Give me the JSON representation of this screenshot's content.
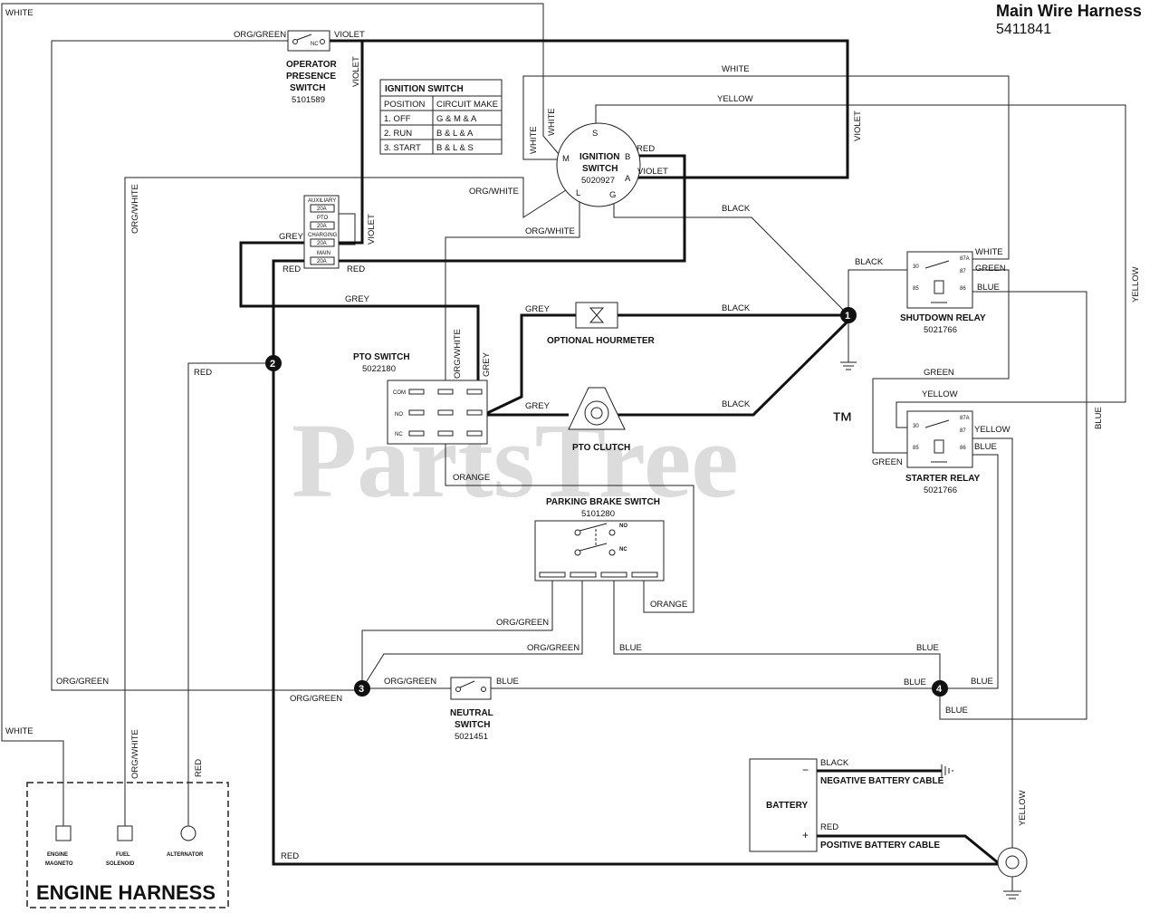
{
  "title": "Main Wire Harness",
  "part_number": "5411841",
  "watermark": "PartsTree",
  "watermark_tm": "™",
  "ignition_table": {
    "title": "IGNITION SWITCH",
    "col1": "POSITION",
    "col2": "CIRCUIT MAKE",
    "rows": [
      {
        "position": "1. OFF",
        "make": "G & M & A"
      },
      {
        "position": "2. RUN",
        "make": "B & L & A"
      },
      {
        "position": "3. START",
        "make": "B & L & S"
      }
    ]
  },
  "components": {
    "operator_presence": {
      "line1": "OPERATOR",
      "line2": "PRESENCE",
      "line3": "SWITCH",
      "part": "5101589"
    },
    "ignition": {
      "line1": "IGNITION",
      "line2": "SWITCH",
      "part": "5020927",
      "terminals": {
        "s": "S",
        "m": "M",
        "b": "B",
        "a": "A",
        "l": "L",
        "g": "G"
      }
    },
    "fuse_block": {
      "f1": "AUXILIARY",
      "f2": "PTO",
      "f3": "CHARGING",
      "f4": "MAIN",
      "rating": "20A"
    },
    "pto_switch": {
      "name": "PTO SWITCH",
      "part": "5022180",
      "com": "COM",
      "no": "NO",
      "nc": "NC"
    },
    "hourmeter": {
      "name": "OPTIONAL HOURMETER"
    },
    "pto_clutch": {
      "name": "PTO CLUTCH"
    },
    "parking_brake": {
      "name": "PARKING BRAKE SWITCH",
      "part": "5101280",
      "no": "NO",
      "nc": "NC"
    },
    "shutdown_relay": {
      "name": "SHUTDOWN RELAY",
      "part": "5021766"
    },
    "starter_relay": {
      "name": "STARTER RELAY",
      "part": "5021766"
    },
    "relay_pins": {
      "p30": "30",
      "p87a": "87A",
      "p87": "87",
      "p85": "85",
      "p86": "86"
    },
    "neutral": {
      "line1": "NEUTRAL",
      "line2": "SWITCH",
      "part": "5021451"
    },
    "battery": {
      "name": "BATTERY",
      "minus": "−",
      "plus": "+",
      "neg_cable": "NEGATIVE BATTERY CABLE",
      "pos_cable": "POSITIVE BATTERY CABLE"
    },
    "engine": {
      "harness": "ENGINE HARNESS",
      "magneto1": "ENGINE",
      "magneto2": "MAGNETO",
      "fuel1": "FUEL",
      "fuel2": "SOLENOID",
      "alternator": "ALTERNATOR"
    }
  },
  "nodes": [
    "1",
    "2",
    "3",
    "4"
  ],
  "wire_colors": {
    "white": "WHITE",
    "violet": "VIOLET",
    "org_green": "ORG/GREEN",
    "org_white": "ORG/WHITE",
    "red": "RED",
    "grey": "GREY",
    "black": "BLACK",
    "yellow": "YELLOW",
    "green": "GREEN",
    "blue": "BLUE",
    "orange": "ORANGE"
  }
}
